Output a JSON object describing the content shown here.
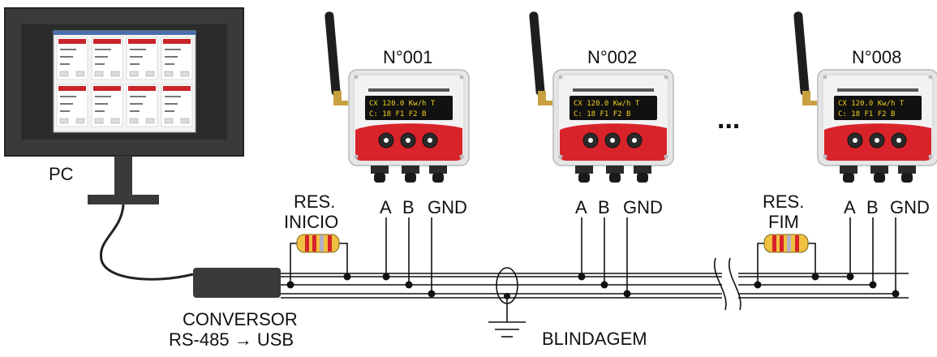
{
  "pc": {
    "label": "PC"
  },
  "converter": {
    "line1": "CONVERSOR",
    "line2": "RS-485 → USB"
  },
  "shield": {
    "label": "BLINDAGEM"
  },
  "resistors": {
    "start": {
      "line1": "RES.",
      "line2": "INICIO"
    },
    "end": {
      "line1": "RES.",
      "line2": "FIM"
    }
  },
  "terminals": {
    "a": "A",
    "b": "B",
    "gnd": "GND"
  },
  "devices": [
    {
      "id": "N°001",
      "display_line1": "CX 120.0 Kw/h T",
      "display_line2": "C: 18  F1 F2 B"
    },
    {
      "id": "N°002",
      "display_line1": "CX 120.0 Kw/h T",
      "display_line2": "C: 18  F1 F2 B"
    },
    {
      "id": "N°008",
      "display_line1": "CX 120.0 Kw/h T",
      "display_line2": "C: 18  F1 F2 B"
    }
  ],
  "ellipsis": "...",
  "colors": {
    "monitor": "#3a3a3a",
    "device_red": "#d8232a",
    "device_body": "#e6e6e6",
    "wire": "#111111",
    "resistor_body": "#f0c040"
  }
}
